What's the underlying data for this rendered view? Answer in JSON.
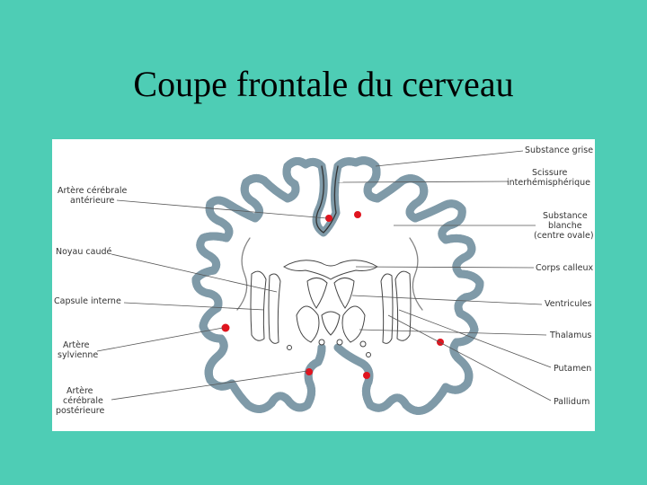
{
  "slide": {
    "title": "Coupe frontale du cerveau"
  },
  "diagram": {
    "labels_left": [
      {
        "id": "arteriale-cerebrale-anterieure",
        "lines": [
          "Artère cérébrale",
          "antérieure"
        ]
      },
      {
        "id": "noyau-caude",
        "lines": [
          "Noyau caudé"
        ]
      },
      {
        "id": "capsule-interne",
        "lines": [
          "Capsule interne"
        ]
      },
      {
        "id": "artere-sylvienne",
        "lines": [
          "Artère",
          "sylvienne"
        ]
      },
      {
        "id": "artere-cerebrale-posterieure",
        "lines": [
          "Artère",
          "cérébrale",
          "postérieure"
        ]
      }
    ],
    "labels_right": [
      {
        "id": "substance-grise",
        "lines": [
          "Substance grise"
        ]
      },
      {
        "id": "scissure-interhemispherique",
        "lines": [
          "Scissure",
          "interhémisphérique"
        ]
      },
      {
        "id": "substance-blanche",
        "lines": [
          "Substance",
          "blanche",
          "(centre ovale)"
        ]
      },
      {
        "id": "corps-calleux",
        "lines": [
          "Corps calleux"
        ]
      },
      {
        "id": "ventricules",
        "lines": [
          "Ventricules"
        ]
      },
      {
        "id": "thalamus",
        "lines": [
          "Thalamus"
        ]
      },
      {
        "id": "putamen",
        "lines": [
          "Putamen"
        ]
      },
      {
        "id": "pallidum",
        "lines": [
          "Pallidum"
        ]
      }
    ],
    "colors": {
      "background": "#4ECDB5",
      "cortex": "#7f9aa8",
      "artery_dot": "#e0141e"
    }
  }
}
